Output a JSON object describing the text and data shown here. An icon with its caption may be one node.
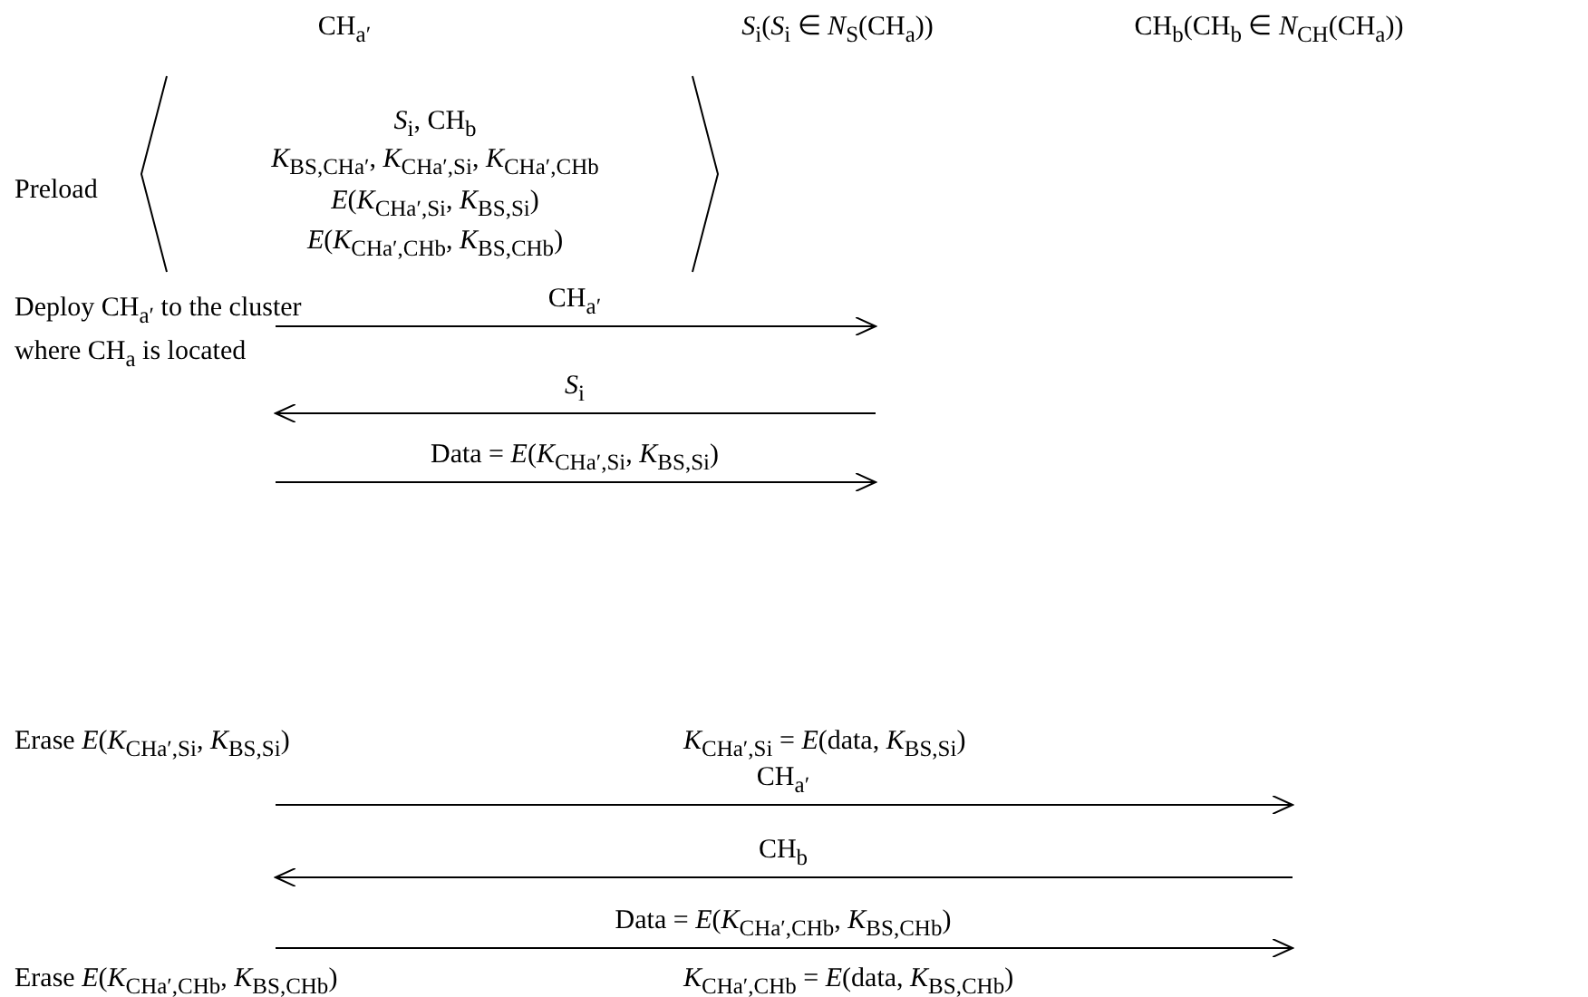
{
  "diagram": {
    "labels": [
      "CH$_{a′}$",
      "*S*$_{i}$(*S*$_{i}$ ∈ *N*$_{S}$(CH$_{a}$))",
      "CH$_{b}$(CH$_{b}$ ∈ *N*$_{CH}$(CH$_{a}$))",
      "Preload",
      "*S*$_{i}$, CH$_{b}$",
      "*K*$_{BS,CHa′}$, *K*$_{CHa′,Si}$, *K*$_{CHa′,CHb}$",
      "*E*(*K*$_{CHa′,Si}$, *K*$_{BS,Si}$)",
      "*E*(*K*$_{CHa′,CHb}$, *K*$_{BS,CHb}$)",
      "Deploy CH$_{a′}$ to the cluster where CH$_{a}$ is located",
      "CH$_{a′}$",
      "*S*$_{i}$",
      "Data = *E*(*K*$_{CHa′,Si}$, *K*$_{BS,Si}$)",
      "Erase *E*(*K*$_{CHa′,Si}$, *K*$_{BS,Si}$)",
      "*K*$_{CHa′,Si}$ = *E*(data, *K*$_{BS,Si}$)",
      "CH$_{a′}$",
      "CH$_{b}$",
      "Data = *E*(*K*$_{CHa′,CHb}$, *K*$_{BS,CHb}$)",
      "Erase *E*(*K*$_{CHa′,CHb}$, *K*$_{BS,CHb}$)",
      "*K*$_{CHa′,CHb}$ = *E*(data, *K*$_{BS,CHb}$)"
    ]
  }
}
